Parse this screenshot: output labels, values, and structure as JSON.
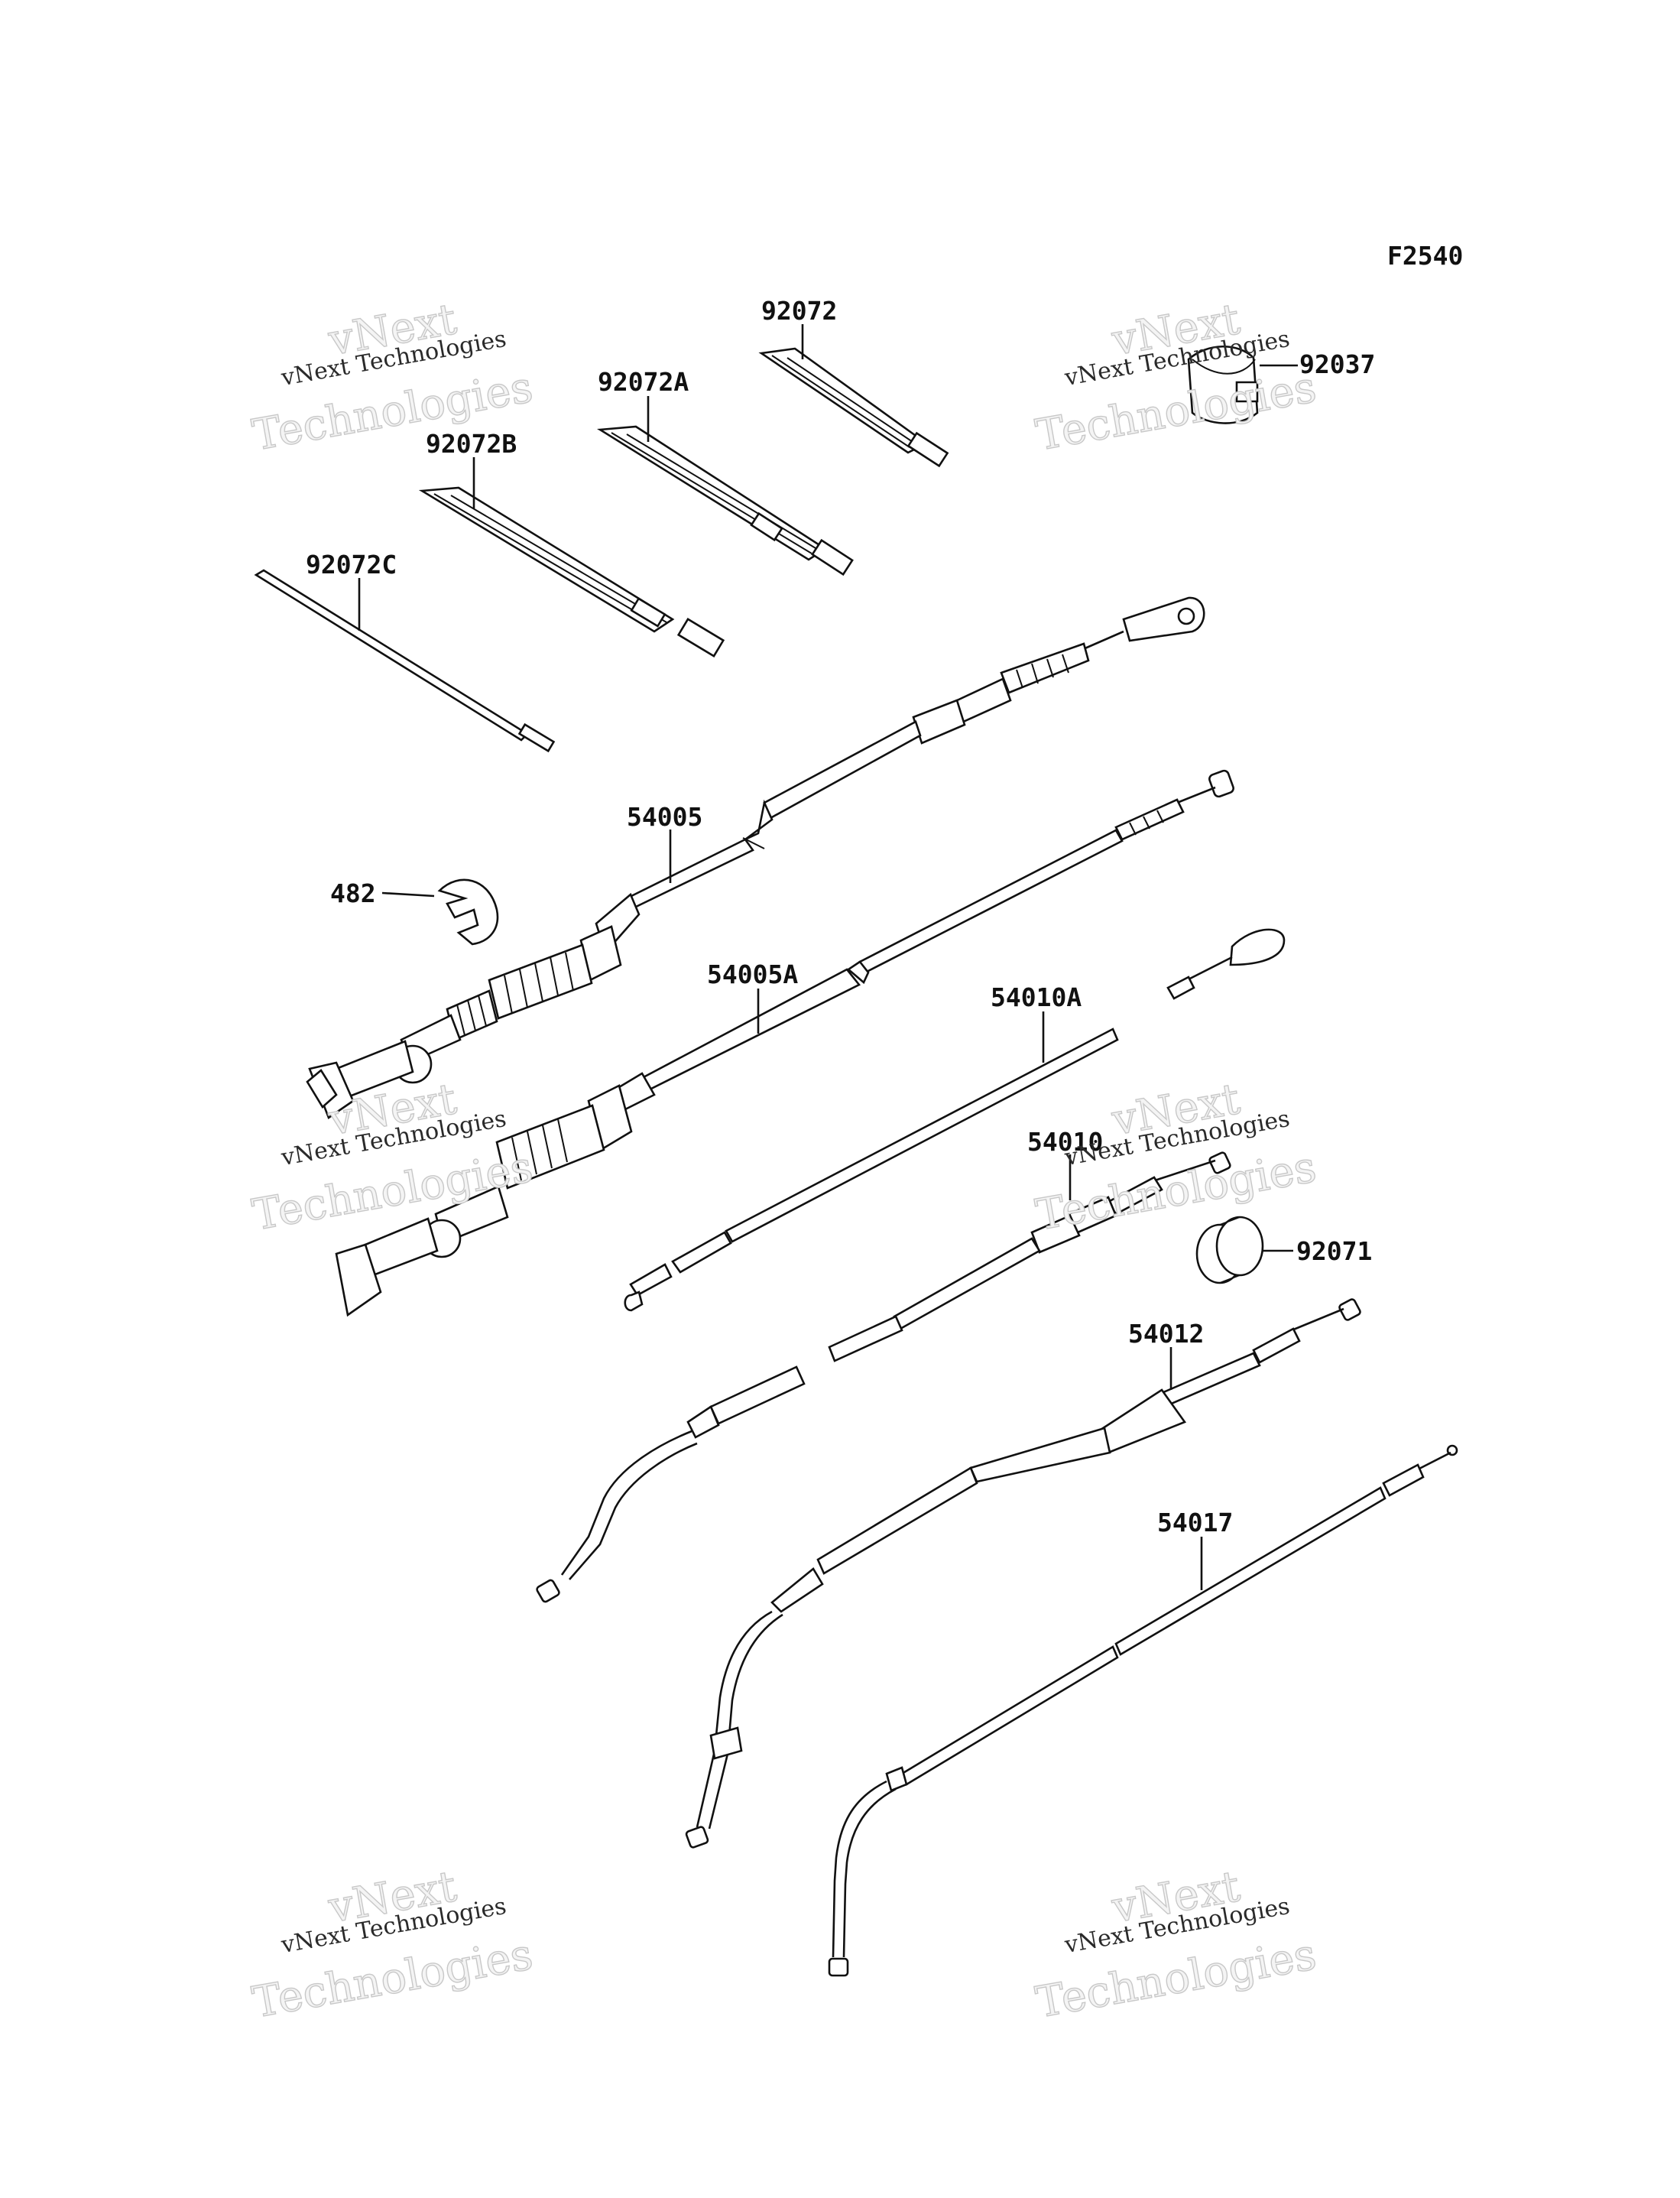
{
  "figure_code": "F2540",
  "watermark": {
    "line1": "vNext",
    "line2": "vNext Technologies",
    "line3": "Technologies"
  },
  "parts": {
    "p92072": "92072",
    "p92072A": "92072A",
    "p92072B": "92072B",
    "p92072C": "92072C",
    "p92037": "92037",
    "p54005": "54005",
    "p482": "482",
    "p54005A": "54005A",
    "p54010A": "54010A",
    "p54010": "54010",
    "p92071": "92071",
    "p54012": "54012",
    "p54017": "54017"
  }
}
